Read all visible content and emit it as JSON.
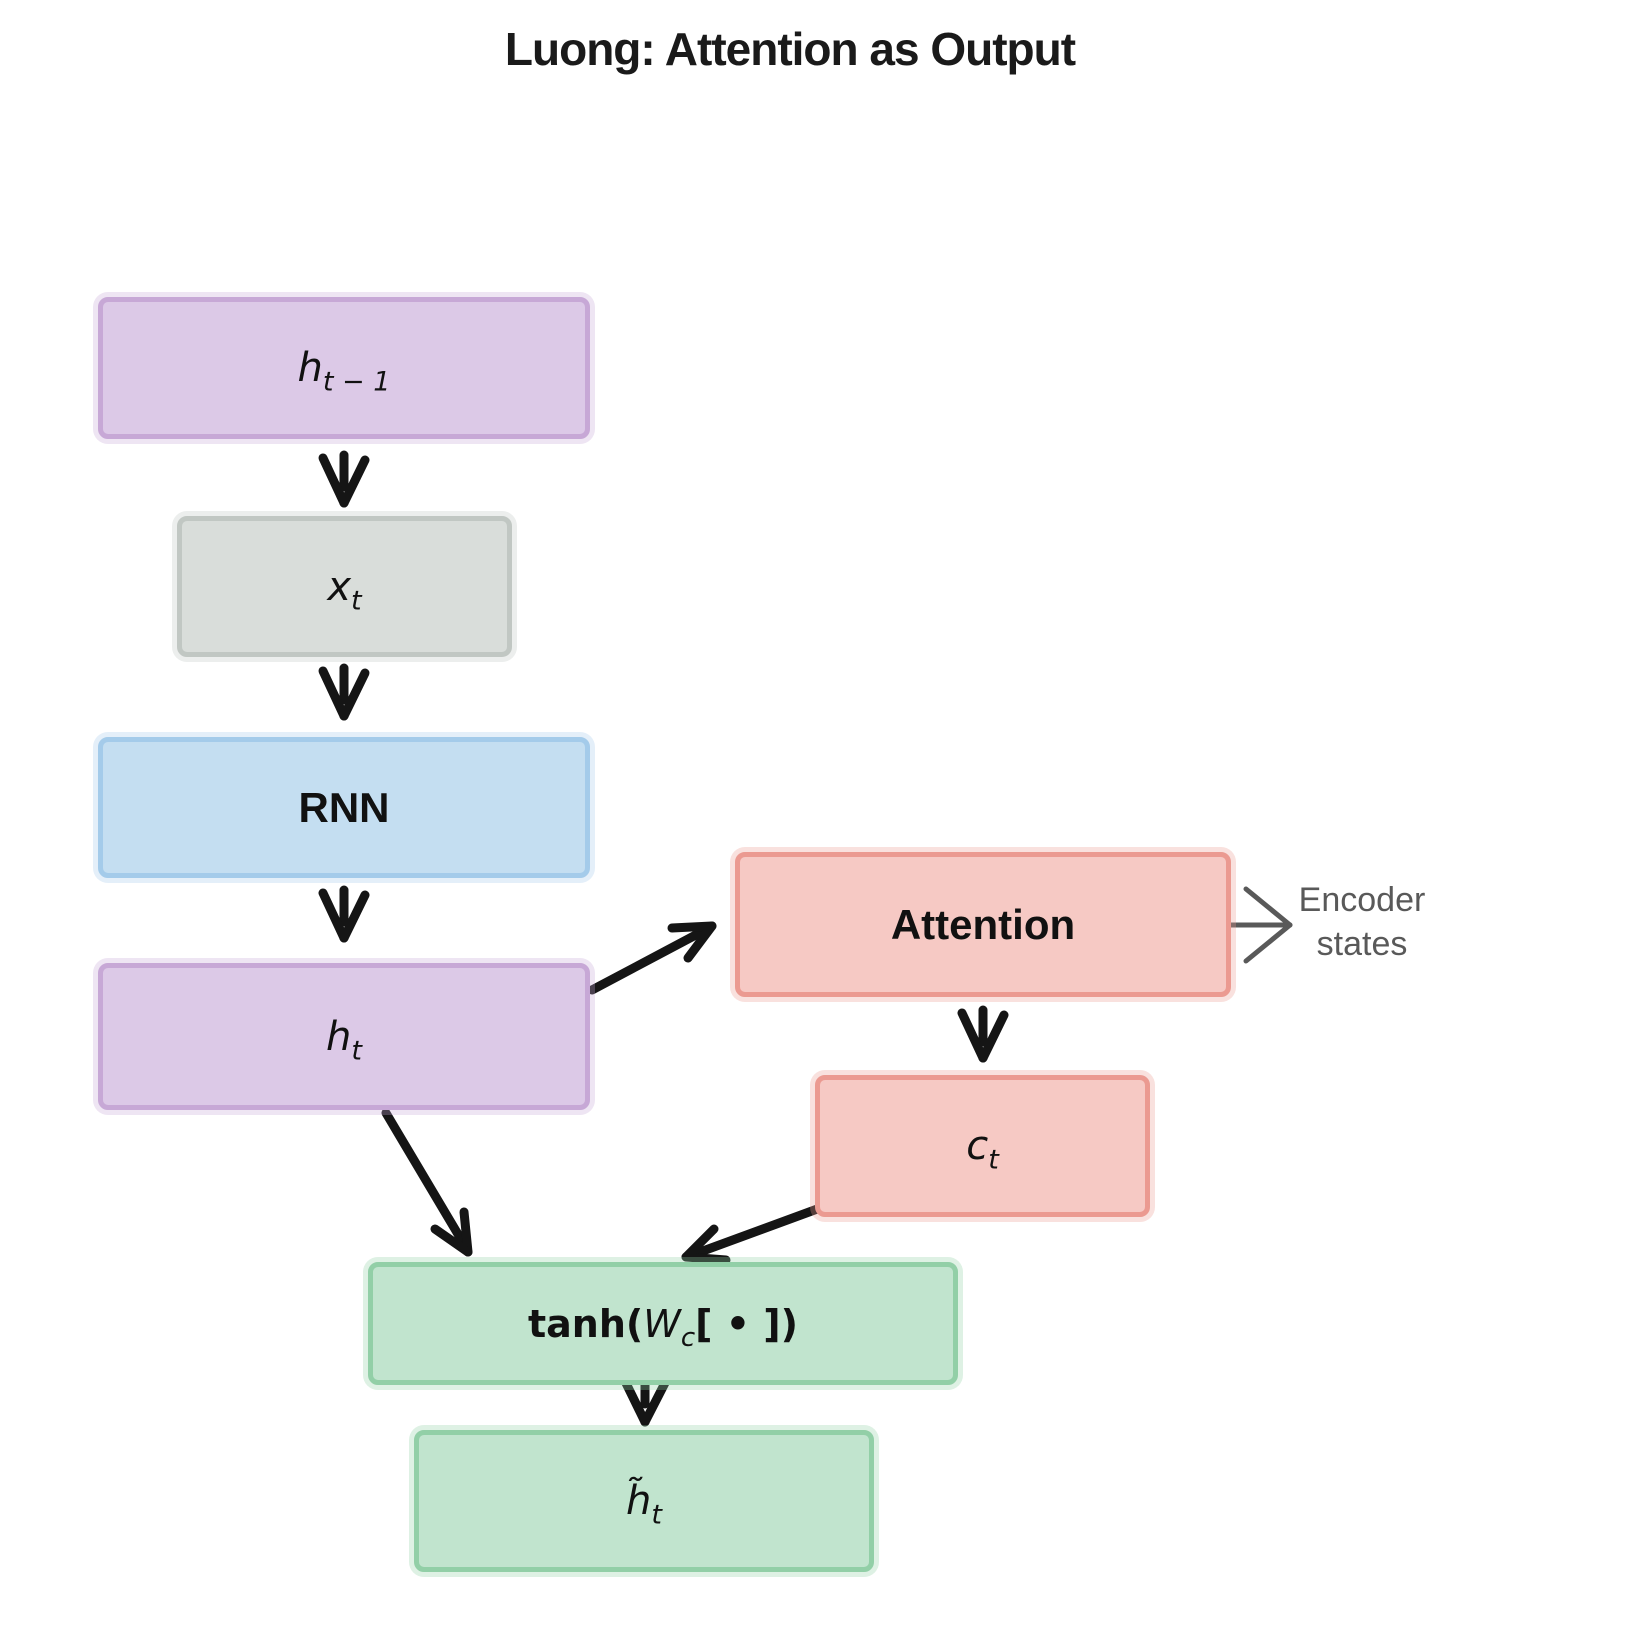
{
  "title": "Luong: Attention as Output",
  "boxes": {
    "h_prev": {
      "variable": "h",
      "subscript": "t − 1"
    },
    "x_input": {
      "variable": "x",
      "subscript": "t"
    },
    "rnn": {
      "label": "RNN"
    },
    "h_current": {
      "variable": "h",
      "subscript": "t"
    },
    "attention": {
      "label": "Attention"
    },
    "context": {
      "variable": "c",
      "subscript": "t"
    },
    "tanh": {
      "prefix": "tanh(",
      "weight": "W",
      "weight_subscript": "c",
      "suffix": "[ • ])"
    },
    "h_tilde": {
      "variable": "h̃",
      "subscript": "t"
    }
  },
  "annotations": {
    "encoder_states_line1": "Encoder",
    "encoder_states_line2": "states"
  },
  "colors": {
    "purple_fill": "#dcc9e7",
    "purple_border": "#c7a8d6",
    "gray_fill": "#d9ddda",
    "gray_border": "#c1c7c3",
    "blue_fill": "#c4def1",
    "blue_border": "#a4cbea",
    "pink_fill": "#f6c9c4",
    "pink_border": "#eb9a91",
    "green_fill": "#c1e4ce",
    "green_border": "#92cfa7",
    "arrow_black": "#151515",
    "annotation_gray": "#595959"
  }
}
